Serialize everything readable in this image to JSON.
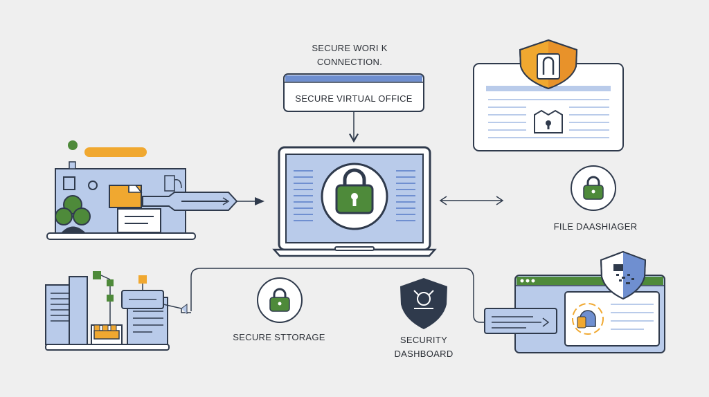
{
  "header_label": {
    "line1": "SECURE WORI K",
    "line2": "CONNECTION."
  },
  "virtual_office": {
    "label": "SECURE VIRTUAL OFFICE"
  },
  "file_manager": {
    "label": "FILE DAASHIAGER"
  },
  "storage": {
    "label": "SECURE STTORAGE"
  },
  "dashboard": {
    "line1": "SECURITY",
    "line2": "DASHBOARD"
  },
  "colors": {
    "navy": "#2f3a4c",
    "light_blue": "#b9cbea",
    "blue": "#6f8fd0",
    "green": "#4e8a3a",
    "orange": "#f0a830",
    "background": "#efefef"
  },
  "icons": [
    "padlock-icon",
    "shield-icon",
    "document-icon",
    "user-group-icon",
    "key-icon",
    "arrow-icon",
    "server-icon",
    "folder-icon",
    "fingerprint-icon",
    "sync-icon"
  ]
}
